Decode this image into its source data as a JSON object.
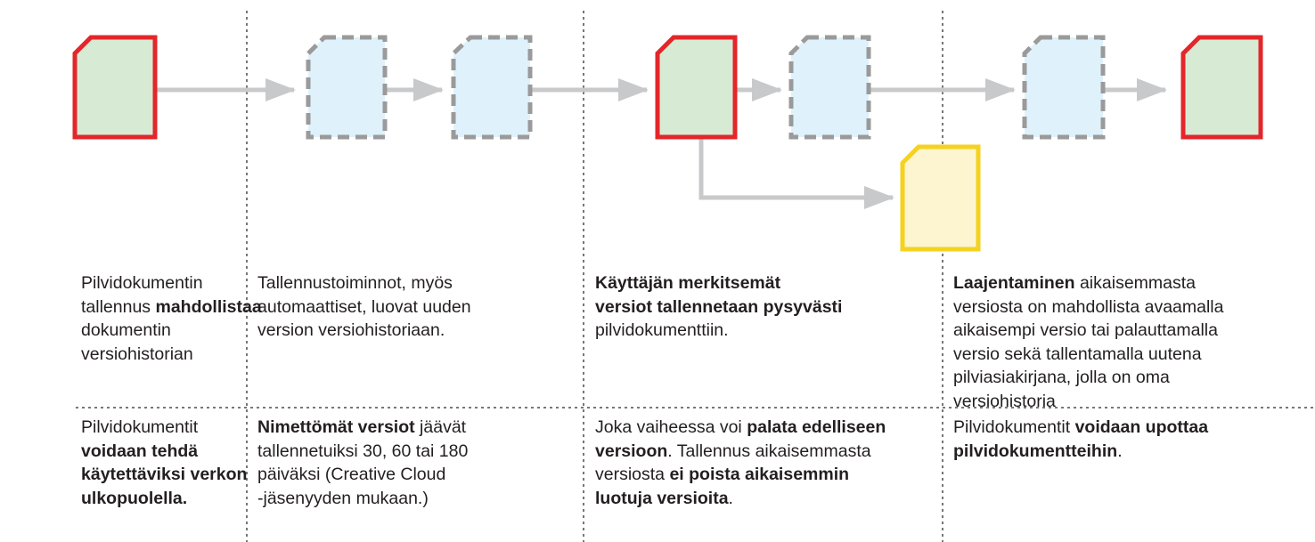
{
  "colors": {
    "saved_fill": "#d6ead4",
    "saved_stroke": "#e3262a",
    "auto_fill": "#dff1fb",
    "auto_stroke": "#9a9a9a",
    "new_fill": "#fdf4d0",
    "new_stroke": "#f4d21f",
    "arrow": "#c8c9cb",
    "divider": "#4a4a4a"
  },
  "icons": {
    "saved_version": "document-icon-solid-red",
    "automatic_version": "document-icon-dashed-gray",
    "new_document": "document-icon-solid-yellow",
    "flow": "arrow-right-icon"
  },
  "row1": [
    [
      [
        {
          "t": "Pilvidokumentin",
          "b": false
        }
      ],
      [
        {
          "t": "tallennus ",
          "b": false
        },
        {
          "t": "mahdollistaa",
          "b": true
        }
      ],
      [
        {
          "t": "dokumentin",
          "b": false
        }
      ],
      [
        {
          "t": "versiohistorian",
          "b": false
        }
      ]
    ],
    [
      [
        {
          "t": "Tallennustoiminnot, myös",
          "b": false
        }
      ],
      [
        {
          "t": "automaattiset, luovat uuden",
          "b": false
        }
      ],
      [
        {
          "t": "version versiohistoriaan.",
          "b": false
        }
      ]
    ],
    [
      [
        {
          "t": "Käyttäjän merkitsemät",
          "b": true
        }
      ],
      [
        {
          "t": "versiot tallennetaan pysyvästi",
          "b": true
        }
      ],
      [
        {
          "t": "pilvidokumenttiin.",
          "b": false
        }
      ]
    ],
    [
      [
        {
          "t": "Laajentaminen",
          "b": true
        },
        {
          "t": " aikaisemmasta",
          "b": false
        }
      ],
      [
        {
          "t": "versiosta on mahdollista avaamalla",
          "b": false
        }
      ],
      [
        {
          "t": "aikaisempi versio tai palauttamalla",
          "b": false
        }
      ],
      [
        {
          "t": "versio sekä tallentamalla uutena",
          "b": false
        }
      ],
      [
        {
          "t": "pilviasiakirjana, jolla on oma",
          "b": false
        }
      ],
      [
        {
          "t": "versiohistoria",
          "b": false
        }
      ]
    ]
  ],
  "row2": [
    [
      [
        {
          "t": "Pilvidokumentit",
          "b": false
        }
      ],
      [
        {
          "t": "voidaan tehdä",
          "b": true
        }
      ],
      [
        {
          "t": "käytettäviksi verkon",
          "b": true
        }
      ],
      [
        {
          "t": "ulkopuolella.",
          "b": true
        }
      ]
    ],
    [
      [
        {
          "t": "Nimettömät versiot",
          "b": true
        },
        {
          "t": " jäävät",
          "b": false
        }
      ],
      [
        {
          "t": "tallennetuiksi 30, 60 tai 180",
          "b": false
        }
      ],
      [
        {
          "t": "päiväksi (Creative Cloud",
          "b": false
        }
      ],
      [
        {
          "t": "-jäsenyyden mukaan.)",
          "b": false
        }
      ]
    ],
    [
      [
        {
          "t": "Joka vaiheessa voi ",
          "b": false
        },
        {
          "t": "palata edelliseen",
          "b": true
        }
      ],
      [
        {
          "t": "versioon",
          "b": true
        },
        {
          "t": ". Tallennus aikaisemmasta",
          "b": false
        }
      ],
      [
        {
          "t": "versiosta ",
          "b": false
        },
        {
          "t": "ei poista aikaisemmin",
          "b": true
        }
      ],
      [
        {
          "t": "luotuja versioita",
          "b": true
        },
        {
          "t": ".",
          "b": false
        }
      ]
    ],
    [
      [
        {
          "t": "Pilvidokumentit ",
          "b": false
        },
        {
          "t": "voidaan upottaa",
          "b": true
        }
      ],
      [
        {
          "t": "pilvidokumentteihin",
          "b": true
        },
        {
          "t": ".",
          "b": false
        }
      ]
    ]
  ]
}
